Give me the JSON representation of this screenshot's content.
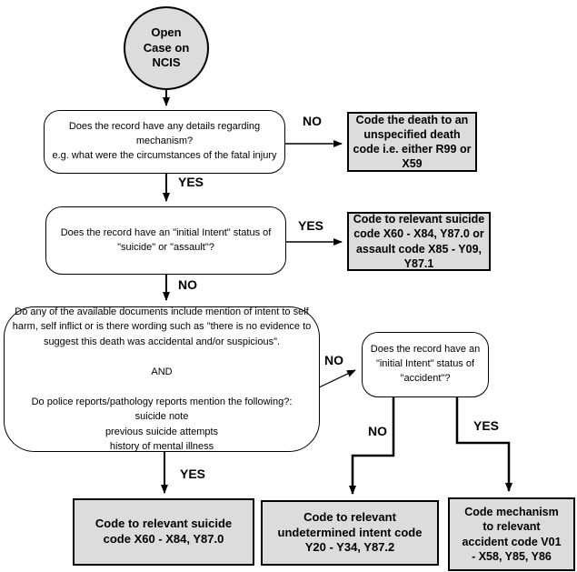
{
  "title": "NCIS death coding flowchart",
  "colors": {
    "node_fill_gray": "#dcdcdc",
    "node_fill_white": "#ffffff",
    "line": "#000000",
    "background": "#ffffff"
  },
  "labels": {
    "yes": "YES",
    "no": "NO"
  },
  "nodes": {
    "start": {
      "text": "Open\nCase on\nNCIS"
    },
    "q_mechanism": {
      "text": "Does the record have any details regarding mechanism?\ne.g. what were the circumstances of the fatal injury"
    },
    "r_unspecified": {
      "text": "Code the death to an\nunspecified death\ncode i.e. either R99 or\nX59"
    },
    "q_intent_suicide": {
      "text": "Does the record have an \"initial Intent\" status of\n\"suicide\" or \"assault\"?"
    },
    "r_suicide_assault": {
      "text": "Code to relevant suicide\ncode X60 - X84, Y87.0 or\nassault code X85 - Y09,\nY87.1"
    },
    "q_documents": {
      "text": "Do any of the available documents include mention of intent to self\nharm, self inflict or is there wording such as \"there is no evidence to\nsuggest this death was accidental and/or suspicious\".\n\nAND\n\nDo police reports/pathology reports mention the following?:\nsuicide note\nprevious suicide attempts\nhistory of mental illness"
    },
    "q_intent_accident": {
      "text": "Does the record have an\n\"initial Intent\" status of\n\"accident\"?"
    },
    "r_suicide": {
      "text": "Code to relevant suicide\ncode X60 - X84, Y87.0"
    },
    "r_undetermined": {
      "text": "Code to relevant\nundetermined intent code\nY20 - Y34, Y87.2"
    },
    "r_accident": {
      "text": "Code mechanism\nto relevant\naccident code V01\n- X58, Y85, Y86"
    }
  }
}
